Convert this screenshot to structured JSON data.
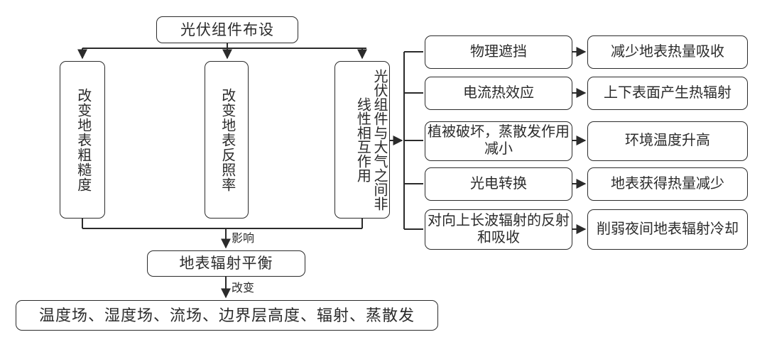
{
  "diagram": {
    "title_box": {
      "label": "光伏组件布设"
    },
    "primary_effects": [
      {
        "label": "改变地表粗糙度"
      },
      {
        "label": "改变地表反照率"
      },
      {
        "label": "光伏组件与大气之间非线性相互作用"
      }
    ],
    "edge_labels": {
      "influence": "影响",
      "change": "改变"
    },
    "balance_box": {
      "label": "地表辐射平衡"
    },
    "outcome_box": {
      "label": "温度场、湿度场、流场、边界层高度、辐射、蒸散发"
    },
    "mechanisms": [
      {
        "label": "物理遮挡",
        "effect": "减少地表热量吸收"
      },
      {
        "label": "电流热效应",
        "effect": "上下表面产生热辐射"
      },
      {
        "label": "植被破坏，蒸散发作用减小",
        "effect": "环境温度升高"
      },
      {
        "label": "光电转换",
        "effect": "地表获得热量减少"
      },
      {
        "label": "对向上长波辐射的反射和吸收",
        "effect": "削弱夜间地表辐射冷却"
      }
    ],
    "colors": {
      "stroke": "#2b2b2b",
      "text": "#2b2b2b",
      "background": "#ffffff"
    }
  }
}
